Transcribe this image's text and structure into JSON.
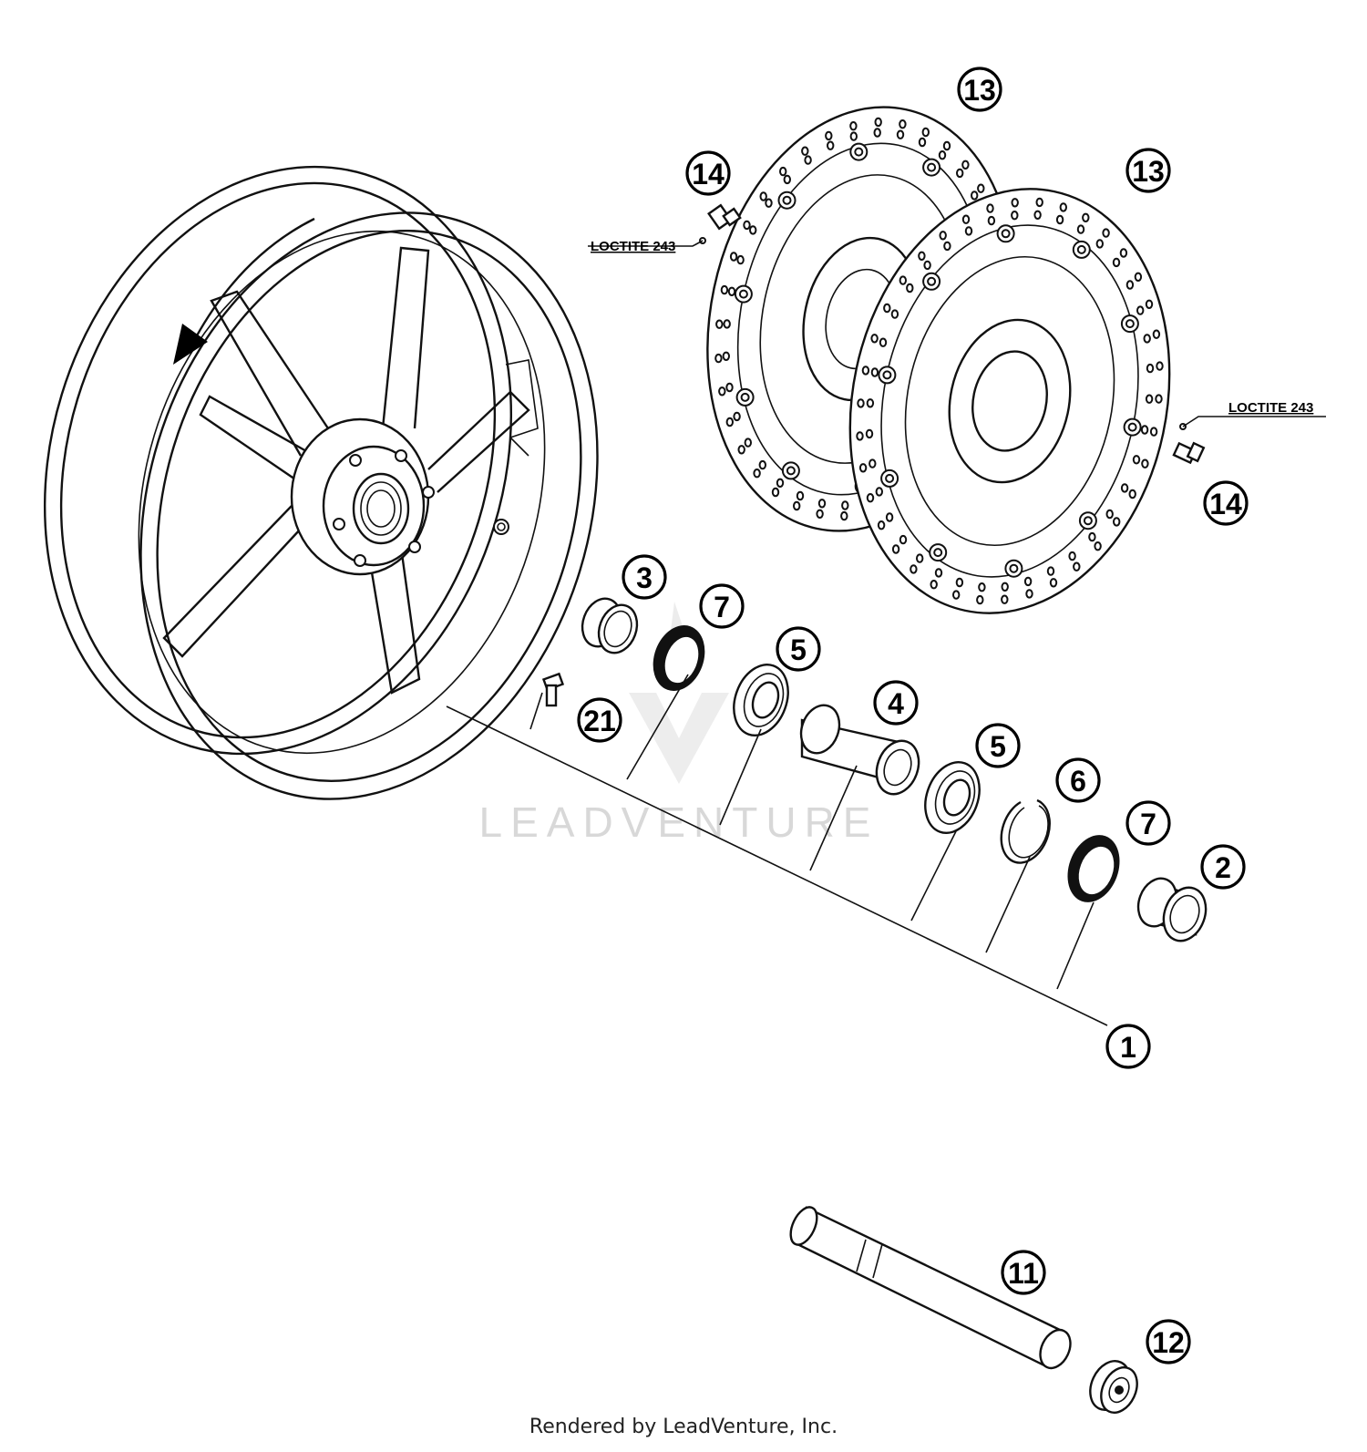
{
  "diagram": {
    "parts": [
      {
        "id": "1",
        "label": "1"
      },
      {
        "id": "2",
        "label": "2"
      },
      {
        "id": "3",
        "label": "3"
      },
      {
        "id": "4",
        "label": "4"
      },
      {
        "id": "5a",
        "label": "5"
      },
      {
        "id": "5b",
        "label": "5"
      },
      {
        "id": "6",
        "label": "6"
      },
      {
        "id": "7a",
        "label": "7"
      },
      {
        "id": "7b",
        "label": "7"
      },
      {
        "id": "11",
        "label": "11"
      },
      {
        "id": "12",
        "label": "12"
      },
      {
        "id": "13a",
        "label": "13"
      },
      {
        "id": "13b",
        "label": "13"
      },
      {
        "id": "14a",
        "label": "14"
      },
      {
        "id": "14b",
        "label": "14"
      },
      {
        "id": "21",
        "label": "21"
      }
    ],
    "notes": {
      "loctite_left": "LOCTITE 243",
      "loctite_right": "LOCTITE 243"
    },
    "watermark": "LEADVENTURE"
  },
  "footer": {
    "credit": "Rendered by LeadVenture, Inc."
  }
}
